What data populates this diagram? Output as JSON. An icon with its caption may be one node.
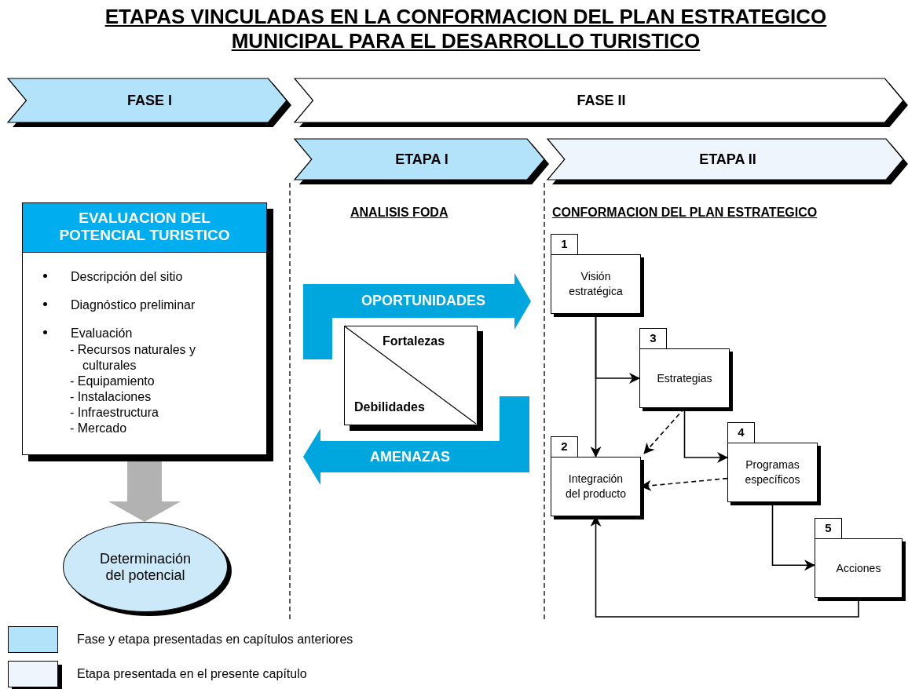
{
  "diagram": {
    "title": "ETAPAS VINCULADAS EN LA CONFORMACION DEL PLAN ESTRATEGICO MUNICIPAL PARA EL DESARROLLO TURISTICO",
    "nodes": [
      {
        "text": [
          "FASE I"
        ]
      },
      {
        "text": [
          "FASE II"
        ]
      },
      {
        "text": [
          "ETAPA I"
        ]
      },
      {
        "text": [
          "ETAPA II"
        ]
      },
      {
        "text": [
          "EVALUACION DEL POTENCIAL TURISTICO",
          "Descripción del sitio",
          "Diagnóstico preliminar",
          "Evaluación",
          "- Recursos naturales y culturales",
          "- Equipamiento",
          "- Instalaciones",
          "- Infraestructura",
          "- Mercado"
        ]
      },
      {
        "text": [
          "Determinación del potencial"
        ]
      },
      {
        "text": [
          "OPORTUNIDADES"
        ]
      },
      {
        "text": [
          "Fortalezas",
          "Debilidades"
        ]
      },
      {
        "text": [
          "AMENAZAS"
        ]
      },
      {
        "text": [
          "1",
          "Visión estratégica"
        ]
      },
      {
        "text": [
          "3",
          "Estrategias"
        ]
      },
      {
        "text": [
          "2",
          "Integración del producto"
        ]
      },
      {
        "text": [
          "4",
          "Programas específicos"
        ]
      },
      {
        "text": [
          "5",
          "Acciones"
        ]
      }
    ],
    "edges": [
      {
        "from": 4,
        "to": 5,
        "arrow": "to",
        "style": "thick",
        "color": "#b2b2b2"
      },
      {
        "from": 9,
        "to": 11,
        "arrow": "to"
      },
      {
        "from": 9,
        "to": 10,
        "arrow": "to"
      },
      {
        "from": 10,
        "to": 11,
        "arrow": "to",
        "style": "dashed"
      },
      {
        "from": 10,
        "to": 12,
        "arrow": "to"
      },
      {
        "from": 12,
        "to": 11,
        "arrow": "to",
        "style": "dashed"
      },
      {
        "from": 12,
        "to": 13,
        "arrow": "to"
      },
      {
        "from": 13,
        "to": 11,
        "arrow": "to"
      }
    ],
    "labels": [
      "ANALISIS FODA",
      "CONFORMACION DEL PLAN ESTRATEGICO"
    ],
    "legend": [
      {
        "text": "Fase y etapa presentadas en capítulos anteriores",
        "color": "#b3e3fa"
      },
      {
        "text": "Etapa presentada en el presente capítulo",
        "color": "#eef5fd"
      }
    ]
  }
}
